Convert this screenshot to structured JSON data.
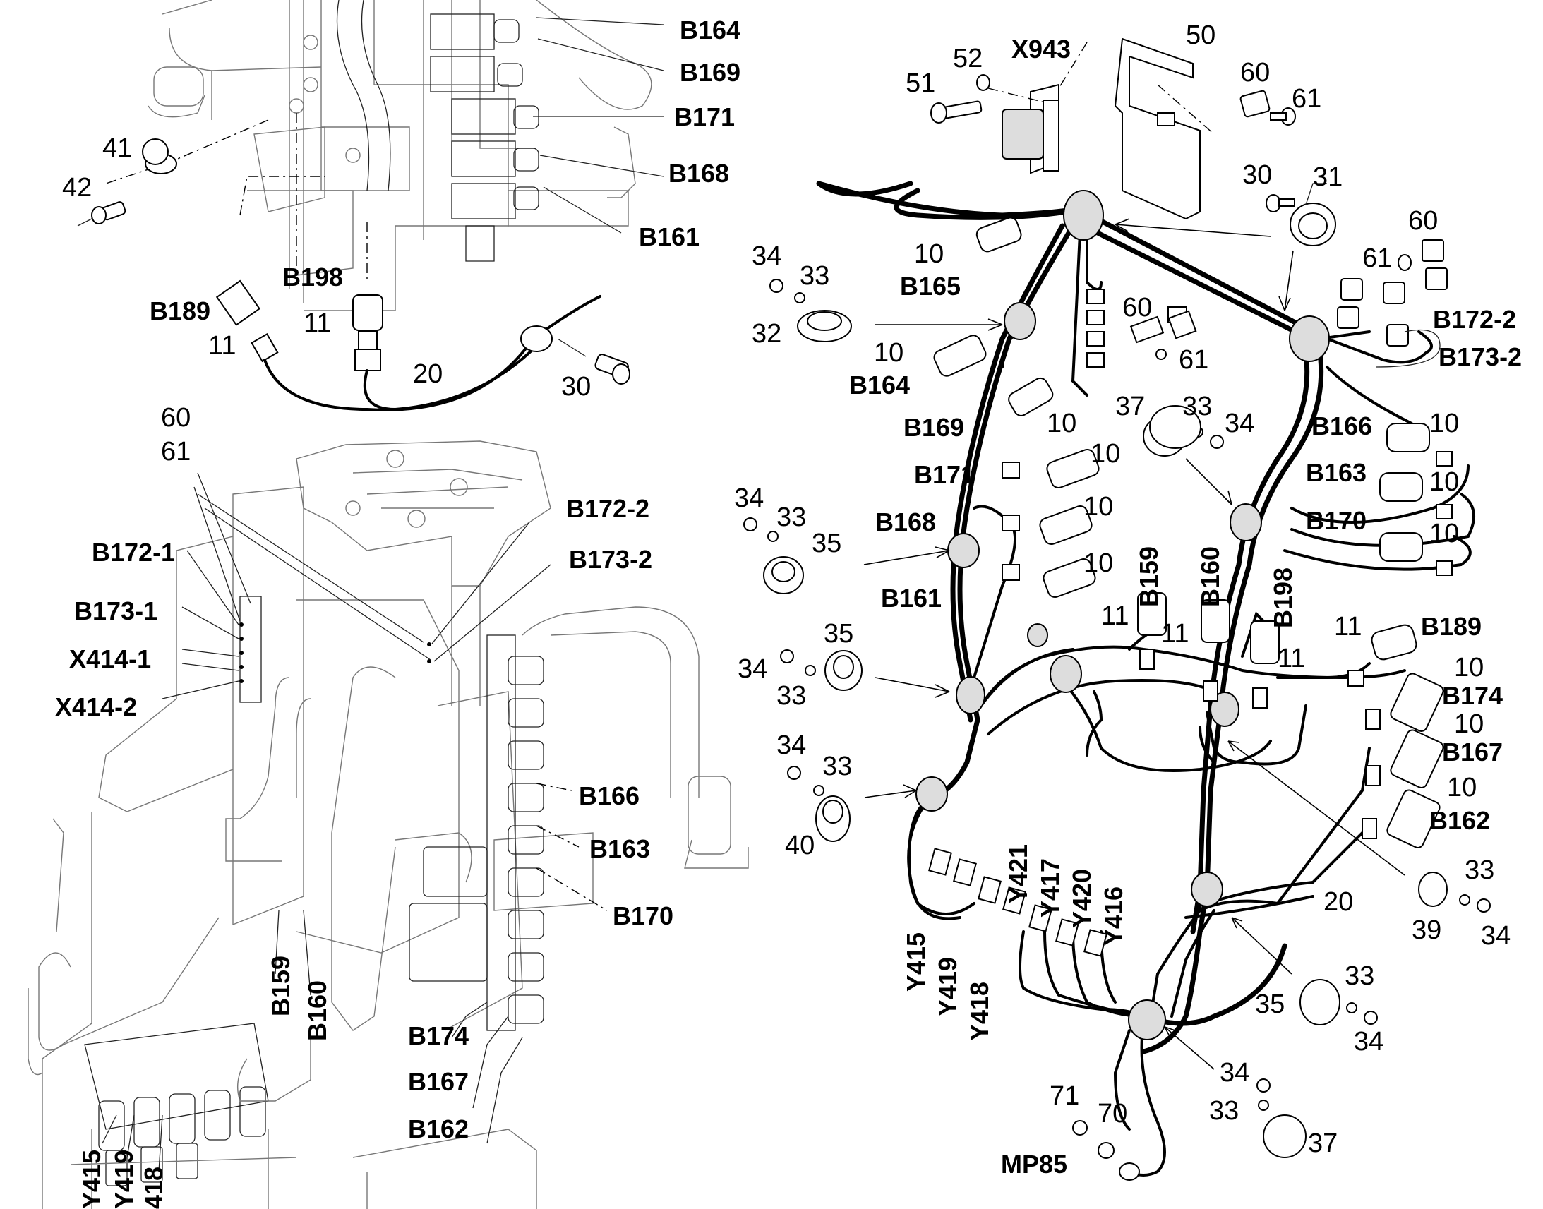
{
  "labels": {
    "top_left": {
      "B164": "B164",
      "B169": "B169",
      "B171": "B171",
      "B168": "B168",
      "B161": "B161",
      "B198": "B198",
      "B189": "B189",
      "n41": "41",
      "n42": "42",
      "n11a": "11",
      "n11b": "11",
      "n20": "20",
      "n30": "30"
    },
    "bottom_left": {
      "n60": "60",
      "n61": "61",
      "B172_1": "B172-1",
      "B173_1": "B173-1",
      "X414_1": "X414-1",
      "X414_2": "X414-2",
      "B172_2": "B172-2",
      "B173_2": "B173-2",
      "B166": "B166",
      "B163": "B163",
      "B170": "B170",
      "B159": "B159",
      "B160": "B160",
      "B174": "B174",
      "B167": "B167",
      "B162": "B162",
      "Y415": "Y415",
      "Y419": "Y419",
      "n418": "418"
    },
    "right": {
      "X943": "X943",
      "n50": "50",
      "n51": "51",
      "n52": "52",
      "n60a": "60",
      "n61a": "61",
      "n30": "30",
      "n31": "31",
      "n60b": "60",
      "n61b": "61",
      "B172_2": "B172-2",
      "B173_2": "B173-2",
      "n10a": "10",
      "B165": "B165",
      "n34a": "34",
      "n33a": "33",
      "n32": "32",
      "n10b": "10",
      "B164": "B164",
      "n60c": "60",
      "n61c": "61",
      "B169": "B169",
      "n10c": "10",
      "n37a": "37",
      "n33b": "33",
      "n34b": "34",
      "B166": "B166",
      "n10d": "10",
      "B163": "B163",
      "n10e": "10",
      "B170": "B170",
      "n10f": "10",
      "B171": "B171",
      "n10g": "10",
      "n34c": "34",
      "n33c": "33",
      "n35a": "35",
      "B168": "B168",
      "n10h": "10",
      "n10i": "10",
      "B161": "B161",
      "B159": "B159",
      "B160": "B160",
      "B198": "B198",
      "n11a": "11",
      "n11b": "11",
      "n11c": "11",
      "n11d": "11",
      "B189": "B189",
      "n35b": "35",
      "n34d": "34",
      "n33d": "33",
      "n10j": "10",
      "B174": "B174",
      "n10k": "10",
      "B167": "B167",
      "n10l": "10",
      "B162": "B162",
      "n34e": "34",
      "n33e": "33",
      "n40": "40",
      "n33f": "33",
      "n39": "39",
      "n34f": "34",
      "n20": "20",
      "Y421": "Y421",
      "Y417": "Y417",
      "Y420": "Y420",
      "Y416": "Y416",
      "Y415": "Y415",
      "Y419": "Y419",
      "Y418": "Y418",
      "n35c": "35",
      "n33g": "33",
      "n34g": "34",
      "n34h": "34",
      "n33h": "33",
      "n37b": "37",
      "n71": "71",
      "n70": "70",
      "MP85": "MP85"
    }
  }
}
